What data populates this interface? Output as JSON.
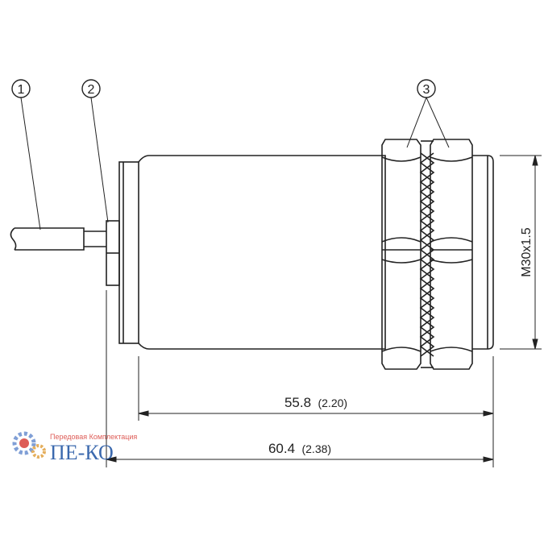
{
  "callouts": [
    "1",
    "2",
    "3"
  ],
  "dimensions": {
    "length_inner": {
      "value": "55.8",
      "alt": "(2.20)"
    },
    "length_total": {
      "value": "60.4",
      "alt": "(2.38)"
    },
    "thread": "M30x1.5"
  },
  "watermark": {
    "logo": "ПЕ-КО",
    "tagline": "Передовая Комплектация"
  },
  "colors": {
    "line": "#222222",
    "watermark_blue": "#1a4fa0",
    "watermark_red": "#d8403a"
  }
}
